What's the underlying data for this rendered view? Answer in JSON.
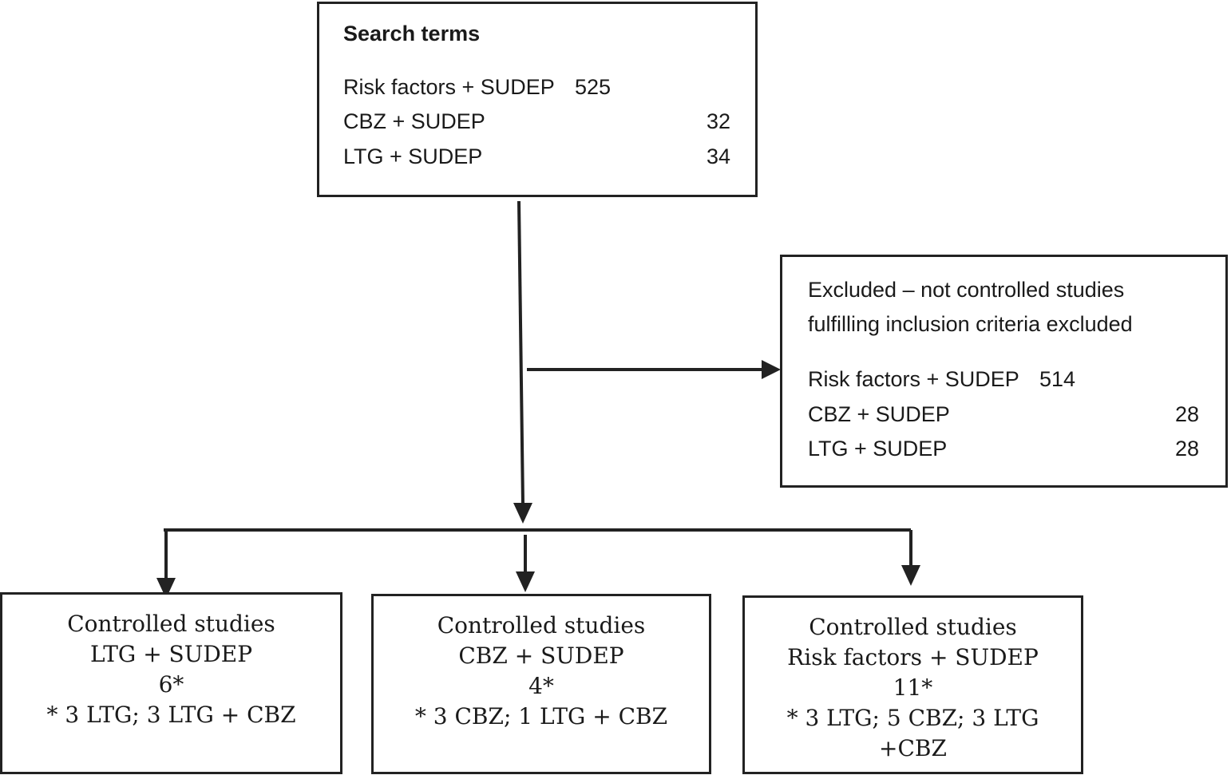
{
  "search": {
    "title": "Search terms",
    "rows": [
      {
        "label": "Risk factors + SUDEP",
        "value": "525"
      },
      {
        "label": "CBZ + SUDEP",
        "value": "32"
      },
      {
        "label": "LTG + SUDEP",
        "value": "34"
      }
    ]
  },
  "excluded": {
    "line1": "Excluded – not controlled studies",
    "line2": "fulfilling inclusion criteria excluded",
    "rows": [
      {
        "label": "Risk factors + SUDEP",
        "value": "514"
      },
      {
        "label": "CBZ + SUDEP",
        "value": "28"
      },
      {
        "label": "LTG + SUDEP",
        "value": "28"
      }
    ]
  },
  "outcomes": [
    {
      "heading": "Controlled studies",
      "label": "LTG + SUDEP",
      "count": "6*",
      "note": "* 3 LTG; 3 LTG + CBZ",
      "note2": ""
    },
    {
      "heading": "Controlled studies",
      "label": "CBZ + SUDEP",
      "count": "4*",
      "note": "* 3 CBZ; 1 LTG + CBZ",
      "note2": ""
    },
    {
      "heading": "Controlled studies",
      "label": "Risk factors + SUDEP",
      "count": "11*",
      "note": "* 3 LTG; 5 CBZ; 3 LTG",
      "note2": "+CBZ"
    }
  ]
}
